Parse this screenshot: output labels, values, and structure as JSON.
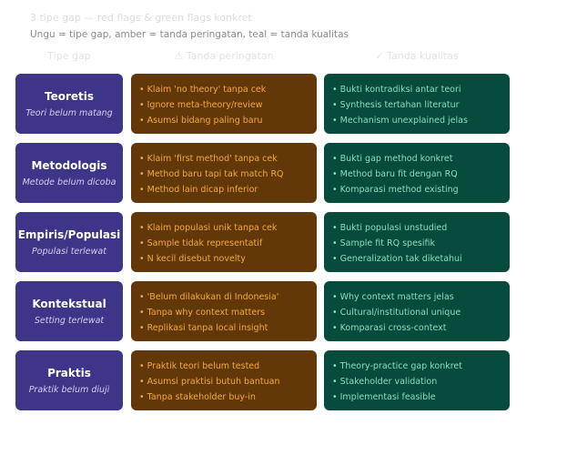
{
  "header": {
    "title": "3 tipe gap — red flags & green flags konkret",
    "subtitle": "Ungu = tipe gap, amber = tanda peringatan, teal = tanda kualitas"
  },
  "columns": {
    "type": "Tipe gap",
    "warning": "⚠ Tanda peringatan",
    "quality": "✓ Tanda kualitas"
  },
  "colors": {
    "purple": "#3d3588",
    "amber": "#633808",
    "teal": "#064b3b",
    "amber_text": "#f2aa3e",
    "teal_text": "#8fdcc2"
  },
  "rows": [
    {
      "name": "Teoretis",
      "desc": "Teori belum matang",
      "warnings": [
        "Klaim 'no theory' tanpa cek",
        "Ignore meta-theory/review",
        "Asumsi bidang paling baru"
      ],
      "qualities": [
        "Bukti kontradiksi antar teori",
        "Synthesis tertahan literatur",
        "Mechanism unexplained jelas"
      ]
    },
    {
      "name": "Metodologis",
      "desc": "Metode belum dicoba",
      "warnings": [
        "Klaim 'first method' tanpa cek",
        "Method baru tapi tak match RQ",
        "Method lain dicap inferior"
      ],
      "qualities": [
        "Bukti gap method konkret",
        "Method baru fit dengan RQ",
        "Komparasi method existing"
      ]
    },
    {
      "name": "Empiris/Populasi",
      "desc": "Populasi terlewat",
      "warnings": [
        "Klaim populasi unik tanpa cek",
        "Sample tidak representatif",
        "N kecil disebut novelty"
      ],
      "qualities": [
        "Bukti populasi unstudied",
        "Sample fit RQ spesifik",
        "Generalization tak diketahui"
      ]
    },
    {
      "name": "Kontekstual",
      "desc": "Setting terlewat",
      "warnings": [
        "'Belum dilakukan di Indonesia'",
        "Tanpa why context matters",
        "Replikasi tanpa local insight"
      ],
      "qualities": [
        "Why context matters jelas",
        "Cultural/institutional unique",
        "Komparasi cross-context"
      ]
    },
    {
      "name": "Praktis",
      "desc": "Praktik belum diuji",
      "warnings": [
        "Praktik teori belum tested",
        "Asumsi praktisi butuh bantuan",
        "Tanpa stakeholder buy-in"
      ],
      "qualities": [
        "Theory-practice gap konkret",
        "Stakeholder validation",
        "Implementasi feasible"
      ]
    }
  ]
}
